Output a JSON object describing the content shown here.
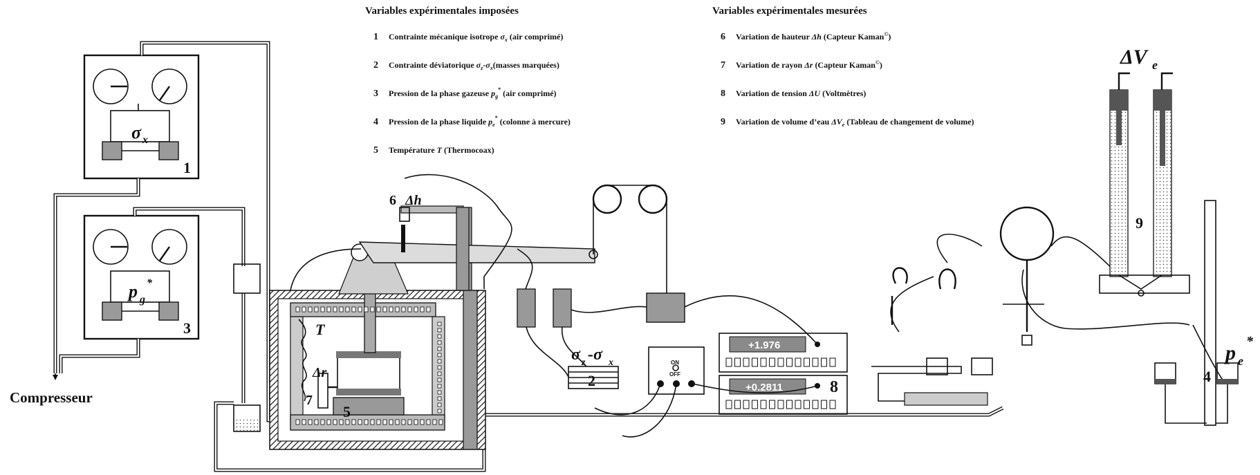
{
  "imposed": {
    "title": "Variables expérimentales imposées",
    "items": [
      {
        "num": "1",
        "text": "Contrainte mécanique isotrope",
        "sym": "σ",
        "sub": "x",
        "tail": " (air comprimé)"
      },
      {
        "num": "2",
        "text": "Contrainte déviatorique",
        "sym": "σ",
        "sub": "z",
        "sym2": "-σ",
        "sub2": "x",
        "tail": "(masses marquées)"
      },
      {
        "num": "3",
        "text": "Pression de la phase gazeuse",
        "sym": "p",
        "sub": "g",
        "sup": "*",
        "tail": " (air comprimé)"
      },
      {
        "num": "4",
        "text": "Pression de la phase liquide",
        "sym": "p",
        "sub": "e",
        "sup": "*",
        "tail": " (colonne à mercure)"
      },
      {
        "num": "5",
        "text": "Température",
        "sym": "T",
        "tail": " (Thermocoax)"
      }
    ]
  },
  "measured": {
    "title": "Variables expérimentales mesurées",
    "items": [
      {
        "num": "6",
        "text": "Variation de hauteur",
        "sym": "Δh",
        "tail": " (Capteur Kaman",
        "sup": "©",
        "tail2": ")"
      },
      {
        "num": "7",
        "text": "Variation de rayon",
        "sym": "Δr",
        "tail": " (Capteur Kaman",
        "sup": "©",
        "tail2": ")"
      },
      {
        "num": "8",
        "text": "Variation de tension",
        "sym": "ΔU",
        "tail": " (Voltmètres)"
      },
      {
        "num": "9",
        "text": "Variation de volume d’eau",
        "sym": "ΔV",
        "sub": "e",
        "tail": " (Tableau de changement de volume)"
      }
    ]
  },
  "diagram": {
    "compressor_label": "Compresseur",
    "panel1": {
      "sym": "σ",
      "sub": "x",
      "num": "1"
    },
    "panel3": {
      "sym": "p",
      "sub": "g",
      "sup": "*",
      "num": "3"
    },
    "delta_h": {
      "num": "6",
      "label": "Δh"
    },
    "temperature": "T",
    "delta_r": {
      "label": "Δr",
      "num": "7"
    },
    "cell_num": "5",
    "deviatoric": {
      "sym": "σ",
      "sub": "z",
      "sym2": "-σ",
      "sub2": "x",
      "num": "2"
    },
    "switch": {
      "on": "ON",
      "off": "OFF"
    },
    "voltmeter1": "+1.976",
    "voltmeter2": "+0.2811",
    "voltmeter_num": "8",
    "volume": {
      "sym": "ΔV",
      "sub": "e",
      "num": "9"
    },
    "liquid": {
      "sym": "p",
      "sub": "e",
      "sup": "*",
      "num": "4"
    }
  },
  "colors": {
    "line": "#111111",
    "gray_fill": "#9a9a9a",
    "light_gray": "#d9d9d9",
    "lcd_fill": "#8a8a8a"
  }
}
